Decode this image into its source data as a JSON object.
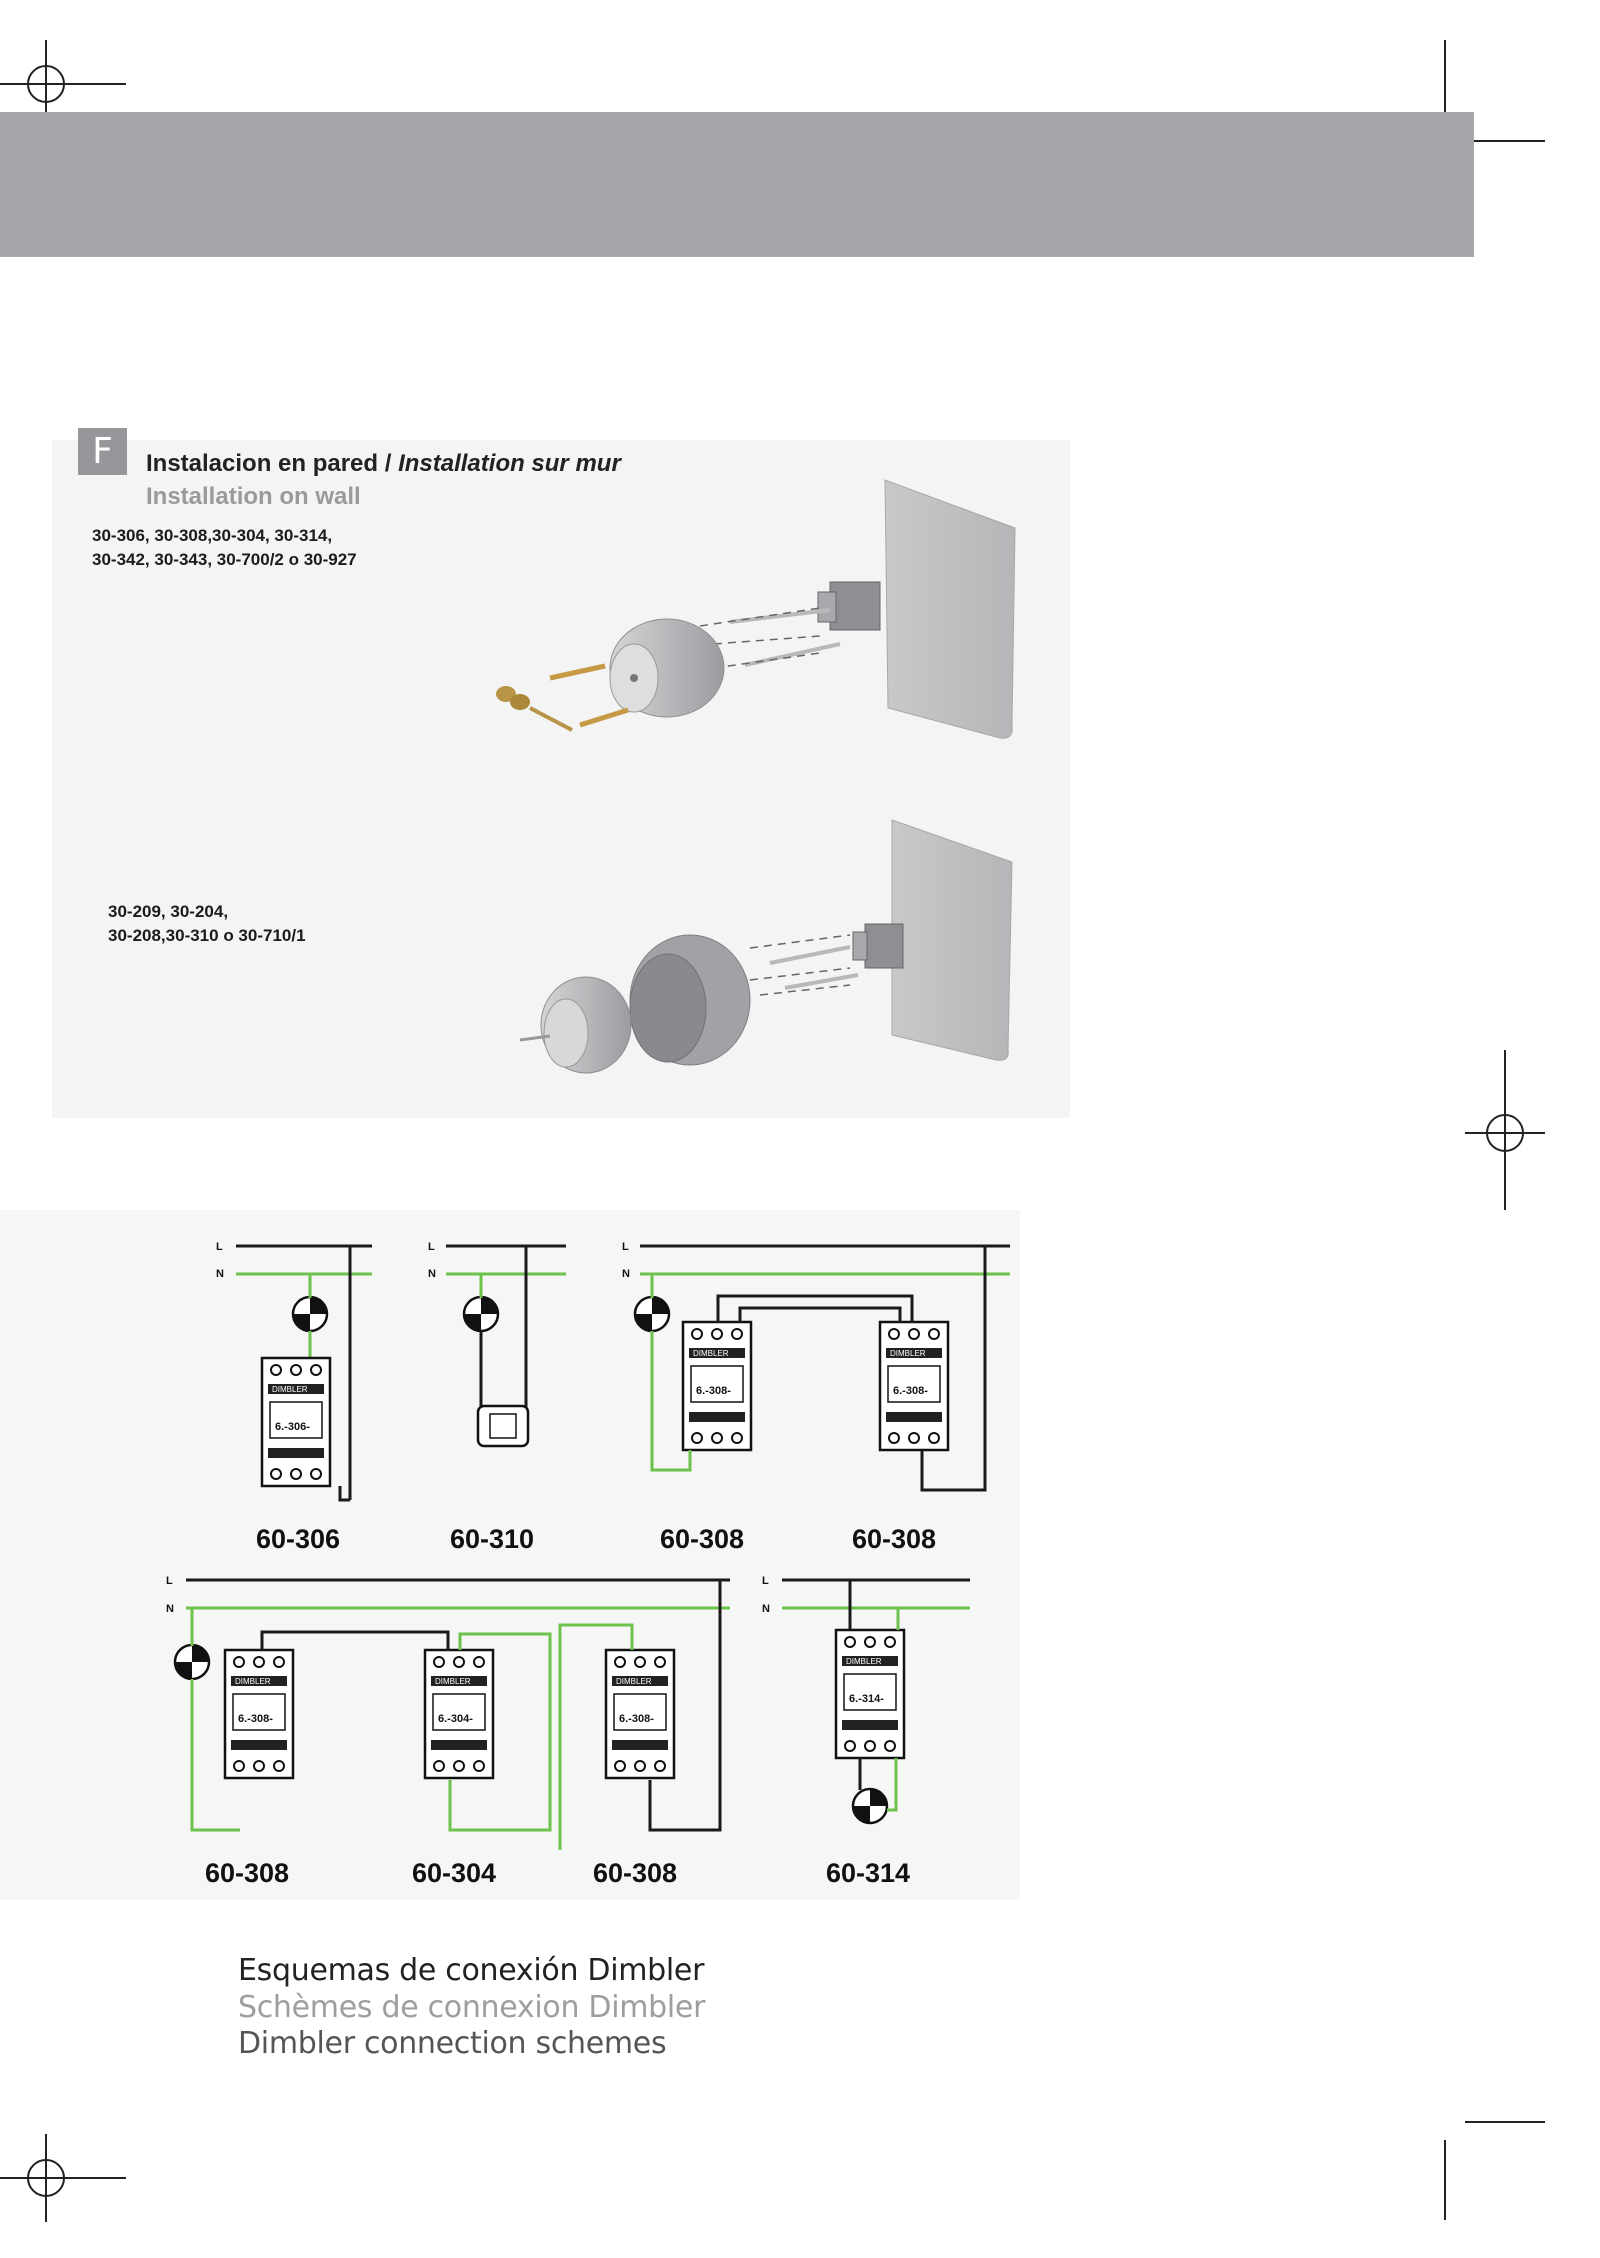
{
  "header": {
    "band_color": "#a7a6ab"
  },
  "section": {
    "badge": "F",
    "title_es": "Instalacion en pared / ",
    "title_fr": "Installation sur mur",
    "subtitle_en": "Installation on wall"
  },
  "installations": [
    {
      "models_line1": "30-306, 30-308,30-304, 30-314,",
      "models_line2": "30-342, 30-343, 30-700/2 o 30-927"
    },
    {
      "models_line1": "30-209, 30-204,",
      "models_line2": "30-208,30-310 o 30-710/1"
    }
  ],
  "schemes": {
    "line_L": "L",
    "line_N": "N",
    "device_label": "DIMBLER",
    "device_models": [
      "6.-306-",
      "6.-308-",
      "6.-308-",
      "6.-308-",
      "6.-304-",
      "6.-308-",
      "6.-314-"
    ],
    "labels": [
      "60-306",
      "60-310",
      "60-308",
      "60-308",
      "60-308",
      "60-304",
      "60-308",
      "60-314"
    ],
    "wire_colors": {
      "phase": "#1a1a1a",
      "neutral": "#6cc24a"
    }
  },
  "captions": {
    "es": "Esquemas de conexión Dimbler",
    "fr": "Schèmes de connexion Dimbler",
    "en": "Dimbler connection schemes"
  }
}
